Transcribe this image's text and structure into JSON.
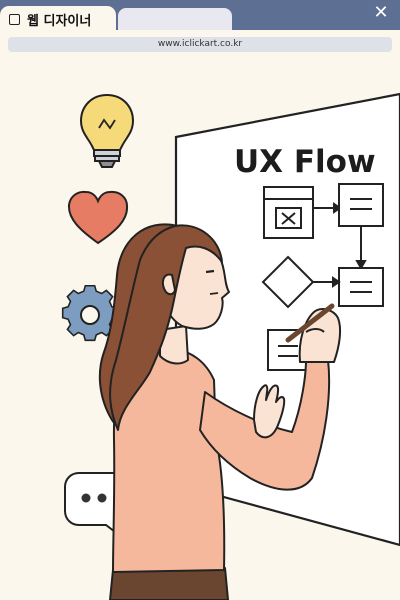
{
  "window": {
    "tab_label": "웹 디자이너",
    "address": "www.iclickart.co.kr"
  },
  "board": {
    "title": "UX Flow"
  },
  "icons": [
    "lightbulb-icon",
    "heart-icon",
    "gear-icon",
    "speech-bubble-icon",
    "close-icon"
  ],
  "colors": {
    "titlebar": "#5d6f93",
    "background": "#fbf7ec",
    "heart": "#e57c63",
    "bulb": "#f6d978",
    "gear": "#7d9dc0",
    "sweater": "#f6b89c",
    "hair": "#8a5136"
  }
}
